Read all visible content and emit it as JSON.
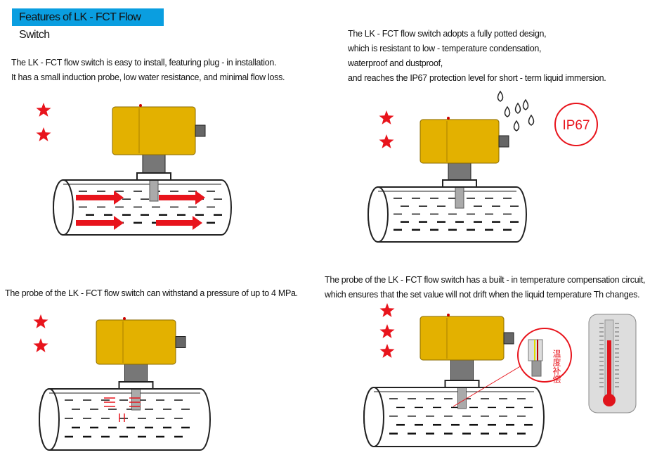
{
  "title": "Features of LK - FCT Flow Switch",
  "features": [
    {
      "lines": [
        "The LK - FCT flow switch is easy to install, featuring plug - in installation.",
        "It has a small induction probe, low water resistance, and minimal flow loss."
      ]
    },
    {
      "lines": [
        "The LK - FCT flow switch adopts a fully potted design,",
        "which is resistant to low - temperature condensation,",
        "waterproof and dustproof,",
        "and reaches the IP67 protection level for short - term liquid immersion."
      ],
      "badge": "IP67"
    },
    {
      "lines": [
        "The probe of the LK - FCT flow switch can withstand a pressure of up to 4 MPa."
      ]
    },
    {
      "lines": [
        "The probe of the LK - FCT flow switch has a built - in temperature compensation circuit,",
        "which ensures that the set value will not drift when the liquid temperature Th changes."
      ],
      "callout": "温度补偿"
    }
  ],
  "colors": {
    "accent": "#0a9ee0",
    "star": "#e8141c",
    "body": "#e3b100",
    "arrow": "#e8141c"
  }
}
